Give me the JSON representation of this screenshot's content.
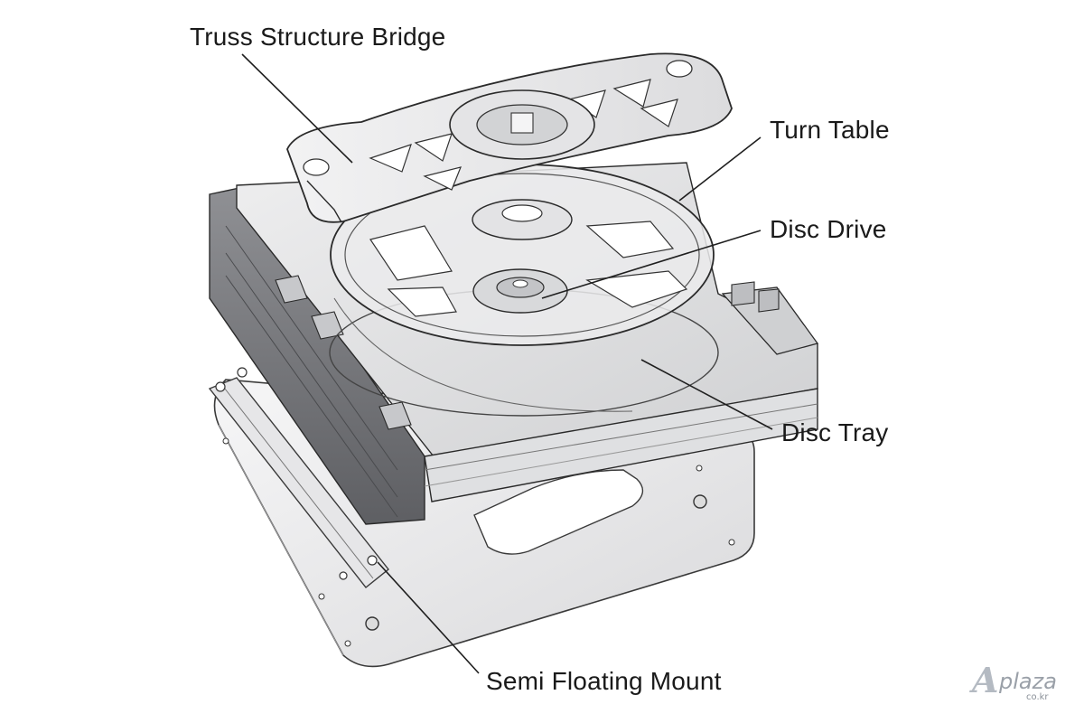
{
  "labels": {
    "truss_bridge": "Truss Structure Bridge",
    "turn_table": "Turn Table",
    "disc_drive": "Disc Drive",
    "disc_tray": "Disc Tray",
    "semi_floating_mount": "Semi Floating Mount"
  },
  "watermark": {
    "mark": "A",
    "main": "plaza",
    "sub": "co.kr"
  },
  "colors": {
    "line": "#2a2a2a",
    "body_fill": "#e9e9ea",
    "dark_fill": "#9b9ca0",
    "plate_fill": "#efeff0",
    "text": "#1a1a1a"
  }
}
